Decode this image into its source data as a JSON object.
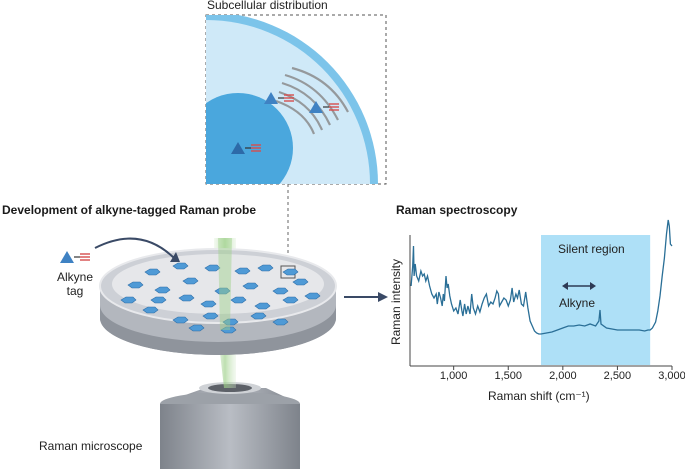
{
  "labels": {
    "subcellular": "Subcellular distribution",
    "development": "Development of alkyne-tagged Raman probe",
    "spectroscopy": "Raman spectroscopy",
    "alkyne_tag_line1": "Alkyne",
    "alkyne_tag_line2": "tag",
    "microscope": "Raman microscope"
  },
  "chart_data": {
    "type": "line",
    "title": "Raman spectroscopy",
    "xlabel": "Raman shift (cm⁻¹)",
    "ylabel": "Raman intensity",
    "xlim": [
      600,
      3000
    ],
    "xticks": [
      "1,000",
      "1,500",
      "2,000",
      "2,500",
      "3,000"
    ],
    "xtick_values": [
      1000,
      1500,
      2000,
      2500,
      3000
    ],
    "annotations": [
      "Silent region",
      "Alkyne"
    ],
    "silent_region": [
      1800,
      2800
    ],
    "colors": {
      "line": "#2a6f97",
      "silent_region": "#aee0f7"
    }
  },
  "colors": {
    "cell": "#7cc4ea",
    "nucleus": "#4aa7dd",
    "dish_top": "#c9ccd2",
    "dish_side": "#9ea3ab",
    "arrow": "#3a4a66",
    "probe_triangle": "#3f82c3",
    "probe_tag": "#d64d4d"
  },
  "icons": [
    "alkyne-probe-icon",
    "raman-microscope-icon",
    "culture-dish-icon",
    "cell-icon"
  ]
}
